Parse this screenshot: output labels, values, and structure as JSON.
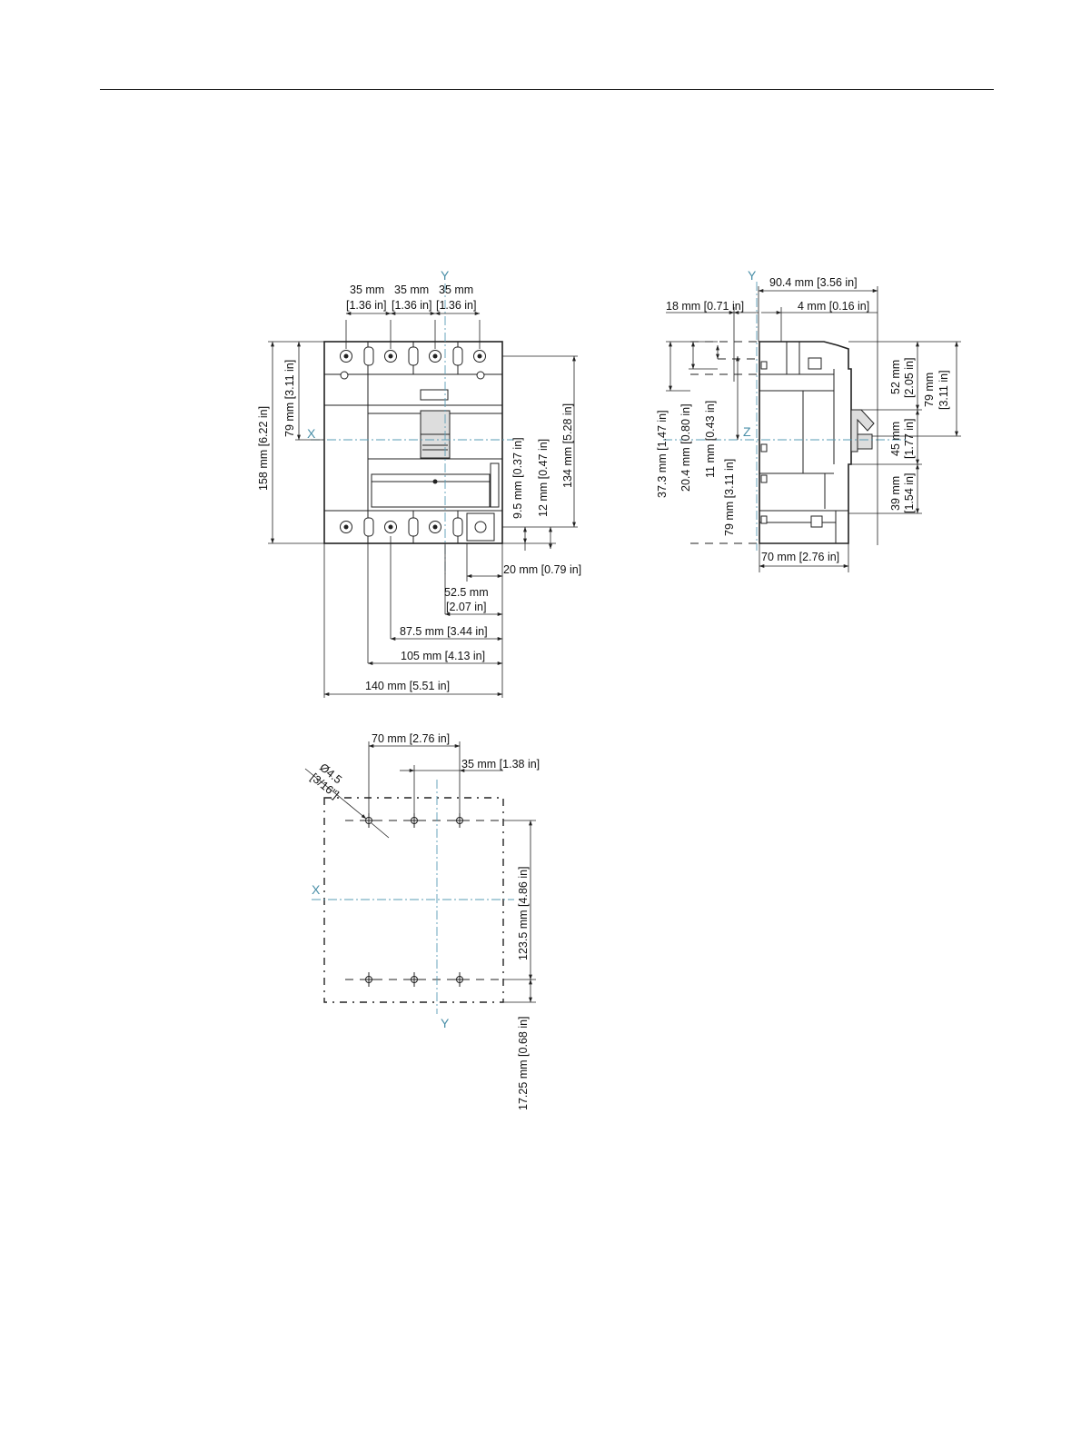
{
  "axes": {
    "x": "X",
    "y": "Y",
    "z": "Z"
  },
  "front_view": {
    "pitch_a_mm": "35 mm",
    "pitch_b_mm": "35 mm",
    "pitch_c_mm": "35 mm",
    "pitch_a_in": "[1.36 in]",
    "pitch_b_in": "[1.36 in]",
    "pitch_c_in": "[1.36 in]",
    "height_total": "158 mm [6.22 in]",
    "height_half": "79 mm [3.11 in]",
    "height_inner": "134 mm [5.28 in]",
    "dim_9_5": "9.5 mm [0.37 in]",
    "dim_12": "12 mm [0.47 in]",
    "dim_20": "20 mm [0.79 in]",
    "dim_52_5_mm": "52.5 mm",
    "dim_52_5_in": "[2.07 in]",
    "dim_87_5": "87.5 mm [3.44 in]",
    "dim_105": "105 mm [4.13 in]",
    "width_total": "140 mm [5.51 in]"
  },
  "side_view": {
    "depth_total": "90.4 mm [3.56 in]",
    "dim_18": "18 mm [0.71 in]",
    "dim_4": "4 mm [0.16 in]",
    "dim_37_3": "37.3 mm [1.47 in]",
    "dim_20_4": "20.4 mm [0.80 in]",
    "dim_11": "11 mm [0.43 in]",
    "dim_79_left": "79 mm [3.11 in]",
    "dim_52_mm": "52 mm",
    "dim_52_in": "[2.05 in]",
    "dim_79_right_mm": "79 mm",
    "dim_79_right_in": "[3.11 in]",
    "dim_45_mm": "45 mm",
    "dim_45_in": "[1.77 in]",
    "dim_39_mm": "39 mm",
    "dim_39_in": "[1.54 in]",
    "dim_70": "70 mm [2.76 in]"
  },
  "drilling_plan": {
    "dim_70": "70 mm [2.76 in]",
    "dim_35": "35 mm [1.38 in]",
    "hole_dia": "Ø4.5",
    "hole_dia_in": "[3/16\"]",
    "dim_123_5": "123.5 mm [4.86 in]",
    "dim_17_25": "17.25 mm [0.68 in]"
  }
}
